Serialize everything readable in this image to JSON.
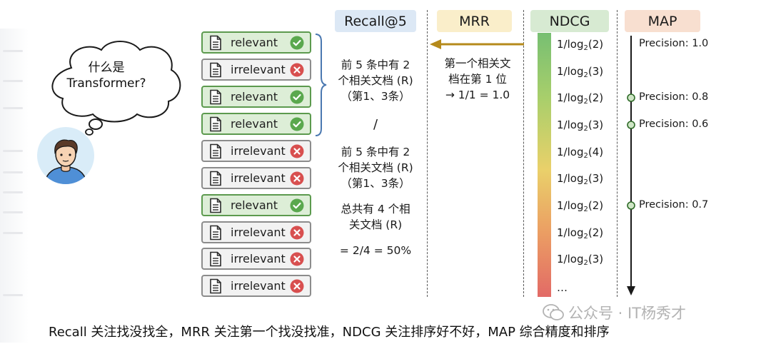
{
  "question": {
    "line1": "什么是",
    "line2": "Transformer?"
  },
  "documents": [
    {
      "label": "relevant",
      "relevant": true
    },
    {
      "label": "irrelevant",
      "relevant": false
    },
    {
      "label": "relevant",
      "relevant": true
    },
    {
      "label": "relevant",
      "relevant": true
    },
    {
      "label": "irrelevant",
      "relevant": false
    },
    {
      "label": "irrelevant",
      "relevant": false
    },
    {
      "label": "relevant",
      "relevant": true
    },
    {
      "label": "irrelevant",
      "relevant": false
    },
    {
      "label": "irrelevant",
      "relevant": false
    },
    {
      "label": "irrelevant",
      "relevant": false
    }
  ],
  "headers": {
    "recall": "Recall@5",
    "mrr": "MRR",
    "ndcg": "NDCG",
    "map": "MAP"
  },
  "recall": {
    "num_l1": "前 5 条中有 2",
    "num_l2": "个相关文档 (R)",
    "num_l3": "（第1、3条）",
    "divider": "/",
    "den_l1": "前 5 条中有 2",
    "den_l2": "个相关文档 (R)",
    "den_l3": "（第1、3条）",
    "total_l1": "总共有 4 个相",
    "total_l2": "关文档 (R)",
    "result": "= 2/4 = 50%"
  },
  "mrr": {
    "line1": "第一个相关文",
    "line2": "档在第 1 位",
    "line3": "→ 1/1 = 1.0"
  },
  "ndcg": {
    "prefix": "1/log",
    "sub": "2",
    "args": [
      "(2)",
      "(3)",
      "(2)",
      "(3)",
      "(4)",
      "(3)",
      "(2)",
      "(2)",
      "(3)"
    ],
    "ellipsis": "…"
  },
  "map": {
    "precisions": [
      {
        "label": "Precision: 1.0",
        "marker": false
      },
      {
        "label": "Precision: 0.8",
        "marker": true
      },
      {
        "label": "Precision: 0.6",
        "marker": true
      },
      {
        "label": "Precision: 0.7",
        "marker": true
      }
    ]
  },
  "caption": "Recall 关注找没找全，MRR 关注第一个找没找准，NDCG 关注排序好不好，MAP 综合精度和排序",
  "watermark": "公众号 · IT杨秀才",
  "colors": {
    "relevant_green": "#5c9a4e",
    "irrelevant_red": "#d84f4f",
    "recall_header": "#dce8f5",
    "mrr_header": "#faeeca",
    "ndcg_header": "#d7ead2",
    "map_header": "#f8dfd0",
    "mrr_arrow": "#b58a1b"
  }
}
